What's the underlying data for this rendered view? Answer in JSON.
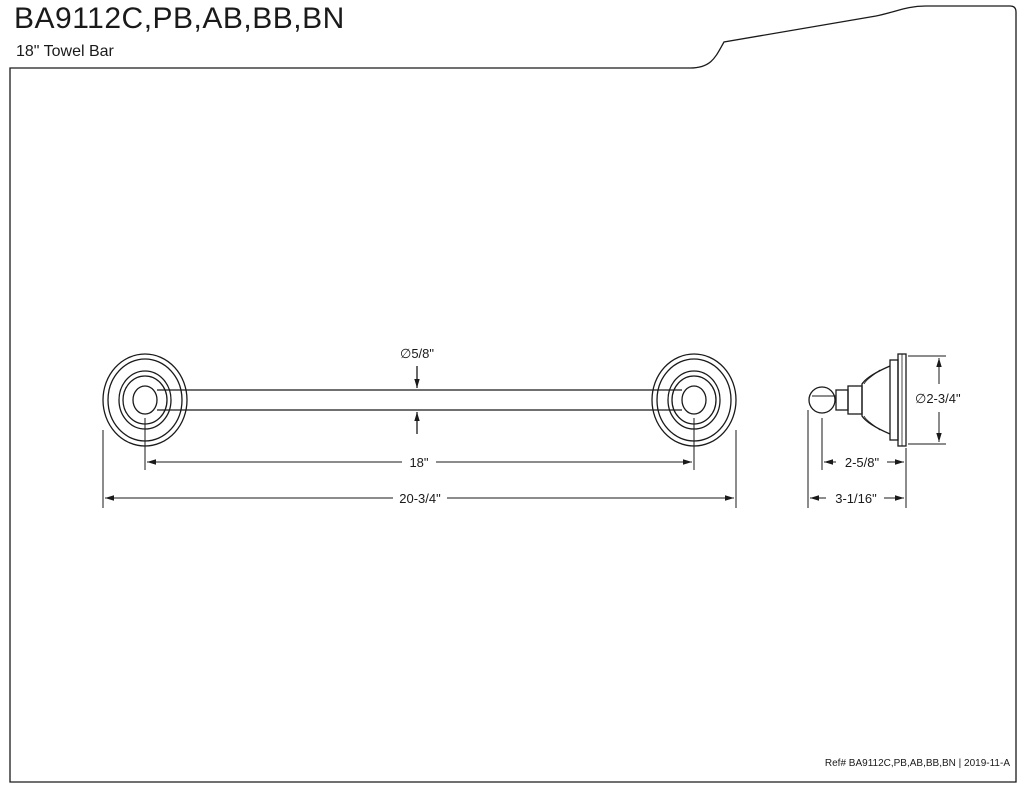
{
  "header": {
    "model": "BA9112C,PB,AB,BB,BN",
    "description": "18\" Towel Bar"
  },
  "dimensions": {
    "bar_diameter": "∅5/8\"",
    "bar_length": "18\"",
    "overall_length": "20-3/4\"",
    "flange_diameter": "∅2-3/4\"",
    "projection_to_bar": "2-5/8\"",
    "overall_projection": "3-1/16\""
  },
  "footer": {
    "reference": "Ref# BA9112C,PB,AB,BB,BN | 2019-11-A"
  }
}
